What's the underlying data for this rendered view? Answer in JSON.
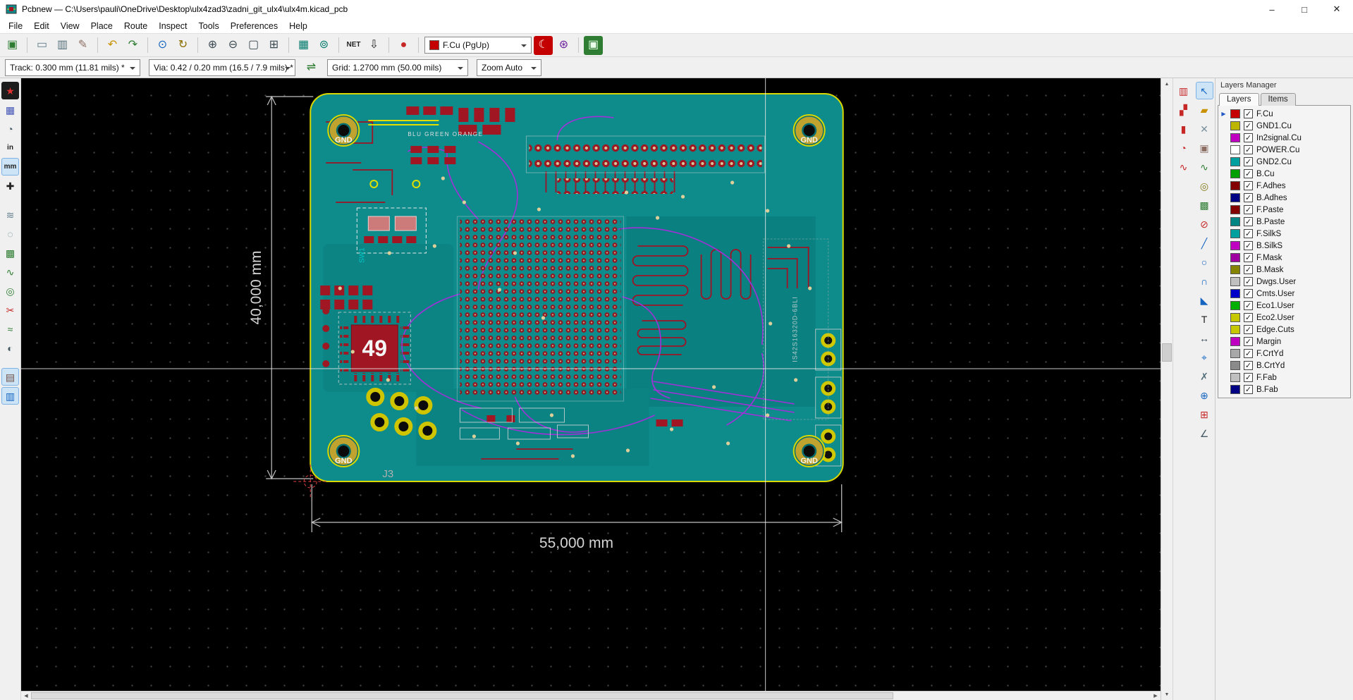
{
  "window": {
    "title": "Pcbnew — C:\\Users\\pauli\\OneDrive\\Desktop\\ulx4zad3\\zadni_git_ulx4\\ulx4m.kicad_pcb",
    "controls": {
      "minimize": "–",
      "maximize": "□",
      "close": "✕"
    }
  },
  "menu": {
    "items": [
      "File",
      "Edit",
      "View",
      "Place",
      "Route",
      "Inspect",
      "Tools",
      "Preferences",
      "Help"
    ]
  },
  "toolbar_main": {
    "items": [
      {
        "name": "save-button",
        "icon": "save-icon",
        "glyph": "▣",
        "color": "#2e7d32"
      },
      {
        "sep": true
      },
      {
        "name": "page-settings-button",
        "icon": "page-settings-icon",
        "glyph": "▭",
        "color": "#607d8b"
      },
      {
        "name": "print-button",
        "icon": "print-icon",
        "glyph": "▥",
        "color": "#546e7a"
      },
      {
        "name": "plot-button",
        "icon": "plot-icon",
        "glyph": "✎",
        "color": "#8d6e63"
      },
      {
        "sep": true
      },
      {
        "name": "undo-button",
        "icon": "undo-icon",
        "glyph": "↶",
        "color": "#c79100"
      },
      {
        "name": "redo-button",
        "icon": "redo-icon",
        "glyph": "↷",
        "color": "#2e7d32"
      },
      {
        "sep": true
      },
      {
        "name": "find-button",
        "icon": "find-icon",
        "glyph": "⊙",
        "color": "#1565c0"
      },
      {
        "name": "refresh-button",
        "icon": "refresh-icon",
        "glyph": "↻",
        "color": "#8a6d00"
      },
      {
        "sep": true
      },
      {
        "name": "zoom-in-button",
        "icon": "zoom-in-icon",
        "glyph": "⊕",
        "color": "#37474f"
      },
      {
        "name": "zoom-out-button",
        "icon": "zoom-out-icon",
        "glyph": "⊖",
        "color": "#37474f"
      },
      {
        "name": "zoom-fit-button",
        "icon": "zoom-fit-icon",
        "glyph": "▢",
        "color": "#37474f"
      },
      {
        "name": "zoom-selection-button",
        "icon": "zoom-selection-icon",
        "glyph": "⊞",
        "color": "#37474f"
      },
      {
        "sep": true
      },
      {
        "name": "footprint-editor-button",
        "icon": "footprint-editor-icon",
        "glyph": "▦",
        "color": "#00796b"
      },
      {
        "name": "footprint-viewer-button",
        "icon": "footprint-viewer-icon",
        "glyph": "⊚",
        "color": "#00796b"
      },
      {
        "sep": true
      },
      {
        "name": "load-netlist-button",
        "icon": "netlist-icon",
        "glyph": "NET",
        "color": "#212121",
        "small": true
      },
      {
        "name": "update-pcb-button",
        "icon": "update-pcb-icon",
        "glyph": "⇩",
        "color": "#212121"
      },
      {
        "sep": true
      },
      {
        "name": "drc-button",
        "icon": "drc-bug-icon",
        "glyph": "●",
        "color": "#c62828"
      },
      {
        "sep": true
      }
    ],
    "layer_select": {
      "value": "F.Cu (PgUp)",
      "swatch": "#c40000"
    },
    "items_after": [
      {
        "name": "scripting-console-button",
        "icon": "scripting-console-icon",
        "glyph": "☾",
        "color": "#ffffff",
        "bg": "#c40000"
      },
      {
        "name": "action-plugins-button",
        "icon": "action-plugins-icon",
        "glyph": "⊛",
        "color": "#6a1b9a"
      },
      {
        "sep": true
      },
      {
        "name": "3d-viewer-button",
        "icon": "3d-viewer-icon",
        "glyph": "▣",
        "color": "#eaffea",
        "bg": "#2e7d32"
      }
    ]
  },
  "toolbar_aux": {
    "track": "Track: 0.300 mm (11.81 mils) *",
    "via": "Via: 0.42 / 0.20 mm (16.5 / 7.9 mils) *",
    "grid": "Grid: 1.2700 mm (50.00 mils)",
    "zoom": "Zoom Auto",
    "items": [
      {
        "name": "auto-track-width-button",
        "icon": "auto-track-width-icon",
        "glyph": "⇌",
        "color": "#2e7d32"
      }
    ]
  },
  "left_toolbar": {
    "items": [
      {
        "name": "drc-toggle-button",
        "icon": "drc-toggle-icon",
        "glyph": "★",
        "color": "#e03030",
        "bg": "#1c1c1c"
      },
      {
        "name": "grid-toggle-button",
        "icon": "grid-icon",
        "glyph": "▦",
        "color": "#3f51b5"
      },
      {
        "name": "polar-coords-button",
        "icon": "polar-coords-icon",
        "glyph": "◔",
        "color": "#455a64"
      },
      {
        "name": "units-inches-button",
        "icon": "inches-icon",
        "glyph": "in",
        "color": "#212121",
        "small": true
      },
      {
        "name": "units-mm-button",
        "icon": "mm-icon",
        "glyph": "mm",
        "color": "#212121",
        "small": true,
        "active": true
      },
      {
        "name": "cursor-shape-button",
        "icon": "cursor-shape-icon",
        "glyph": "✚",
        "color": "#212121"
      },
      {
        "gap": true
      },
      {
        "name": "ratsnest-button",
        "icon": "ratsnest-icon",
        "glyph": "≋",
        "color": "#607d8b"
      },
      {
        "name": "local-ratsnest-button",
        "icon": "local-ratsnest-icon",
        "glyph": "◌",
        "color": "#607d8b"
      },
      {
        "name": "zones-display-button",
        "icon": "zones-icon",
        "glyph": "▩",
        "color": "#2e7d32"
      },
      {
        "name": "curved-tracks-button",
        "icon": "curved-tracks-icon",
        "glyph": "∿",
        "color": "#2e7d32"
      },
      {
        "name": "pads-sketch-button",
        "icon": "pads-sketch-icon",
        "glyph": "◎",
        "color": "#2e7d32"
      },
      {
        "name": "delete-extra-tracks-button",
        "icon": "scissors-icon",
        "glyph": "✂",
        "color": "#c62828"
      },
      {
        "name": "tracks-sketch-button",
        "icon": "tracks-sketch-icon",
        "glyph": "≈",
        "color": "#2e7d32"
      },
      {
        "name": "high-contrast-button",
        "icon": "contrast-icon",
        "glyph": "◐",
        "color": "#455a64"
      },
      {
        "gap": true
      },
      {
        "name": "layers-manager-toggle-button",
        "icon": "layers-manager-icon",
        "glyph": "▤",
        "color": "#6d4c41",
        "active": true
      },
      {
        "name": "microwave-toolbar-toggle-button",
        "icon": "microwave-icon",
        "glyph": "▥",
        "color": "#1565c0",
        "active": true
      }
    ]
  },
  "microwave_toolbar": {
    "items": [
      {
        "name": "microwave-line-button",
        "icon": "microwave-line-icon",
        "glyph": "▥",
        "color": "#c62828"
      },
      {
        "name": "microwave-gap-button",
        "icon": "microwave-gap-icon",
        "glyph": "▞",
        "color": "#c62828"
      },
      {
        "name": "microwave-stub-button",
        "icon": "microwave-stub-icon",
        "glyph": "▮",
        "color": "#c62828"
      },
      {
        "name": "microwave-arc-stub-button",
        "icon": "microwave-arc-stub-icon",
        "glyph": "◔",
        "color": "#c62828"
      },
      {
        "name": "microwave-shape-button",
        "icon": "microwave-shape-icon",
        "glyph": "∿",
        "color": "#c62828"
      }
    ]
  },
  "right_toolbar": {
    "items": [
      {
        "name": "select-tool-button",
        "icon": "select-cursor-icon",
        "glyph": "↖",
        "color": "#1565c0",
        "active": true
      },
      {
        "name": "highlight-net-tool-button",
        "icon": "highlight-net-icon",
        "glyph": "▰",
        "color": "#c79100"
      },
      {
        "name": "local-ratsnest-tool-button",
        "icon": "local-ratsnest-tool-icon",
        "glyph": "✕",
        "color": "#78909c"
      },
      {
        "name": "add-footprint-tool-button",
        "icon": "footprint-icon",
        "glyph": "▣",
        "color": "#8d6e63"
      },
      {
        "name": "route-tracks-tool-button",
        "icon": "route-tracks-icon",
        "glyph": "∿",
        "color": "#2e7d32"
      },
      {
        "name": "add-via-tool-button",
        "icon": "via-icon",
        "glyph": "◎",
        "color": "#827717"
      },
      {
        "name": "add-zone-tool-button",
        "icon": "zone-icon",
        "glyph": "▩",
        "color": "#2e7d32"
      },
      {
        "name": "add-keepout-tool-button",
        "icon": "keepout-icon",
        "glyph": "⊘",
        "color": "#c62828"
      },
      {
        "name": "add-line-tool-button",
        "icon": "graphic-line-icon",
        "glyph": "╱",
        "color": "#1565c0"
      },
      {
        "name": "add-circle-tool-button",
        "icon": "graphic-circle-icon",
        "glyph": "○",
        "color": "#1565c0"
      },
      {
        "name": "add-arc-tool-button",
        "icon": "graphic-arc-icon",
        "glyph": "∩",
        "color": "#1565c0"
      },
      {
        "name": "add-polygon-tool-button",
        "icon": "graphic-polygon-icon",
        "glyph": "◣",
        "color": "#1565c0"
      },
      {
        "name": "add-text-tool-button",
        "icon": "text-icon",
        "glyph": "T",
        "color": "#212121"
      },
      {
        "name": "add-dimension-tool-button",
        "icon": "dimension-icon",
        "glyph": "↔",
        "color": "#37474f"
      },
      {
        "name": "add-target-tool-button",
        "icon": "target-icon",
        "glyph": "⌖",
        "color": "#1565c0"
      },
      {
        "name": "delete-tool-button",
        "icon": "delete-icon",
        "glyph": "✗",
        "color": "#546e7a"
      },
      {
        "name": "drill-origin-button",
        "icon": "drill-origin-icon",
        "glyph": "⊕",
        "color": "#1565c0"
      },
      {
        "name": "grid-origin-button",
        "icon": "grid-origin-icon",
        "glyph": "⊞",
        "color": "#c62828"
      },
      {
        "name": "measure-tool-button",
        "icon": "measure-icon",
        "glyph": "∠",
        "color": "#455a64"
      }
    ]
  },
  "layers_manager": {
    "title": "Layers Manager",
    "tabs": [
      {
        "label": "Layers",
        "active": true
      },
      {
        "label": "Items",
        "active": false
      }
    ],
    "layers": [
      {
        "name": "F.Cu",
        "color": "#c40000",
        "checked": true,
        "active": true
      },
      {
        "name": "GND1.Cu",
        "color": "#bdb600",
        "checked": true
      },
      {
        "name": "In2signal.Cu",
        "color": "#c000c0",
        "checked": true
      },
      {
        "name": "POWER.Cu",
        "color": "#ffffff",
        "checked": true
      },
      {
        "name": "GND2.Cu",
        "color": "#00a0a0",
        "checked": true
      },
      {
        "name": "B.Cu",
        "color": "#00a000",
        "checked": true
      },
      {
        "name": "F.Adhes",
        "color": "#840000",
        "checked": true
      },
      {
        "name": "B.Adhes",
        "color": "#000084",
        "checked": true
      },
      {
        "name": "F.Paste",
        "color": "#840000",
        "checked": true
      },
      {
        "name": "B.Paste",
        "color": "#008484",
        "checked": true
      },
      {
        "name": "F.SilkS",
        "color": "#00a0a0",
        "checked": true
      },
      {
        "name": "B.SilkS",
        "color": "#c000c0",
        "checked": true
      },
      {
        "name": "F.Mask",
        "color": "#a000a0",
        "checked": true
      },
      {
        "name": "B.Mask",
        "color": "#848400",
        "checked": true
      },
      {
        "name": "Dwgs.User",
        "color": "#c0c0c0",
        "checked": true
      },
      {
        "name": "Cmts.User",
        "color": "#0000c8",
        "checked": true
      },
      {
        "name": "Eco1.User",
        "color": "#00b000",
        "checked": true
      },
      {
        "name": "Eco2.User",
        "color": "#c8c800",
        "checked": true
      },
      {
        "name": "Edge.Cuts",
        "color": "#c8c800",
        "checked": true
      },
      {
        "name": "Margin",
        "color": "#c000c0",
        "checked": true
      },
      {
        "name": "F.CrtYd",
        "color": "#a8a8a8",
        "checked": true
      },
      {
        "name": "B.CrtYd",
        "color": "#8a8a8a",
        "checked": true
      },
      {
        "name": "F.Fab",
        "color": "#c0c0c0",
        "checked": true
      },
      {
        "name": "B.Fab",
        "color": "#000084",
        "checked": true
      }
    ]
  },
  "canvas": {
    "dim_height_label": "40,000 mm",
    "dim_width_label": "55,000 mm",
    "gnd_label": "GND",
    "chip_label": "49",
    "j3_label": "J3",
    "sw_label": "SW1",
    "silk_text": "BLU GREEN ORANGE",
    "memory_label": "IS42S16320D-6BLI"
  },
  "scrollbars": {
    "up": "▲",
    "down": "▼",
    "left": "◀",
    "right": "▶"
  }
}
